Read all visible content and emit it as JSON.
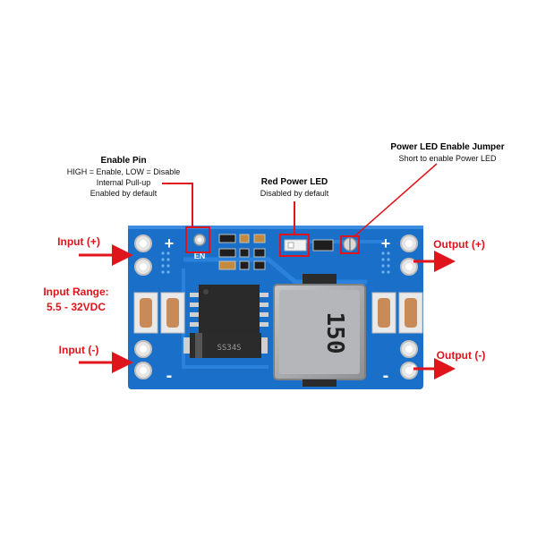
{
  "colors": {
    "pcb": "#1a70c8",
    "pcb_dark": "#0f5aa8",
    "callout_red": "#e0141b",
    "inductor": "#a9abae",
    "chip": "#2a2a2a"
  },
  "annotations": {
    "enable_pin": {
      "title": "Enable Pin",
      "line1": "HIGH = Enable, LOW = Disable",
      "line2": "Internal Pull-up",
      "line3": "Enabled by default"
    },
    "red_led": {
      "title": "Red Power LED",
      "line1": "Disabled by default"
    },
    "led_jumper": {
      "title": "Power LED Enable Jumper",
      "line1": "Short to enable Power LED"
    },
    "input_pos": "Input (+)",
    "input_neg": "Input (-)",
    "input_range_title": "Input Range:",
    "input_range_value": "5.5 - 32VDC",
    "output_pos": "Output (+)",
    "output_neg": "Output (-)"
  },
  "board": {
    "silk_plus_left": "+",
    "silk_minus_left": "-",
    "silk_plus_right": "+",
    "silk_minus_right": "-",
    "silk_en": "EN",
    "diode_marking": "SS34S",
    "inductor_marking": "150"
  }
}
